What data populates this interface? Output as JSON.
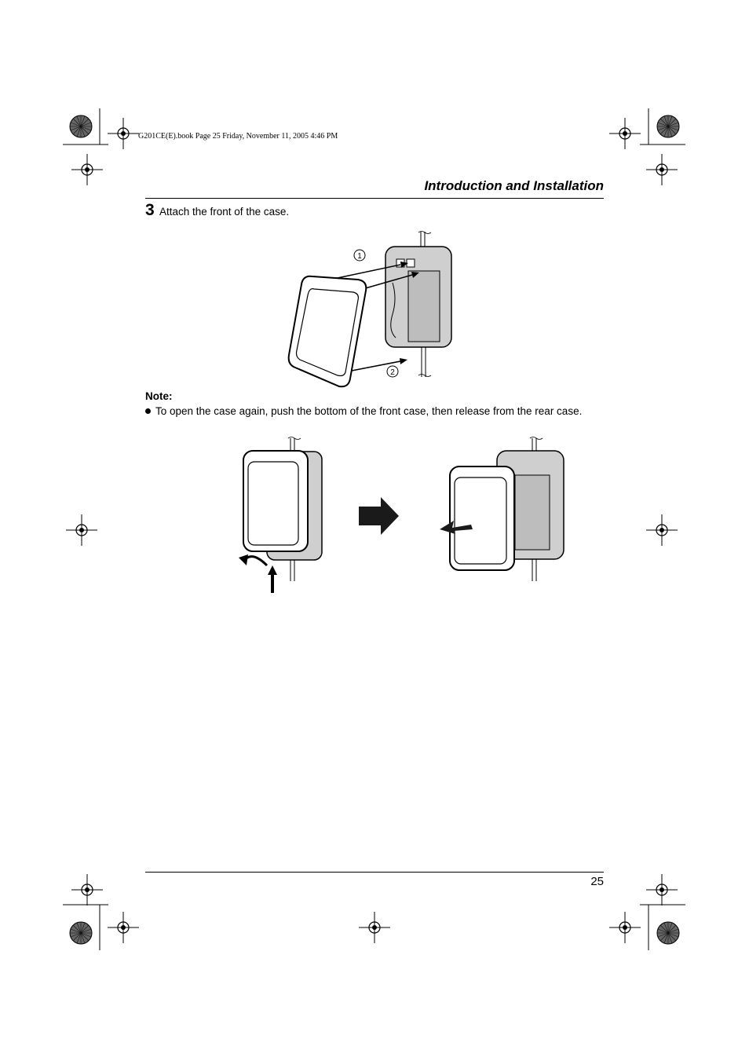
{
  "print_slug": "G201CE(E).book  Page 25  Friday, November 11, 2005  4:46 PM",
  "header": {
    "section_title": "Introduction and Installation"
  },
  "step": {
    "number": "3",
    "instruction": "Attach the front of the case."
  },
  "figure1": {
    "callout_1": "1",
    "callout_2": "2"
  },
  "note": {
    "title": "Note:",
    "items": [
      "To open the case again, push the bottom of the front case, then release from the rear case."
    ]
  },
  "footer": {
    "page_number": "25"
  },
  "colors": {
    "case_grey": "#cfcfcf",
    "ink": "#000000",
    "arrow_fill": "#1a1a1a"
  }
}
